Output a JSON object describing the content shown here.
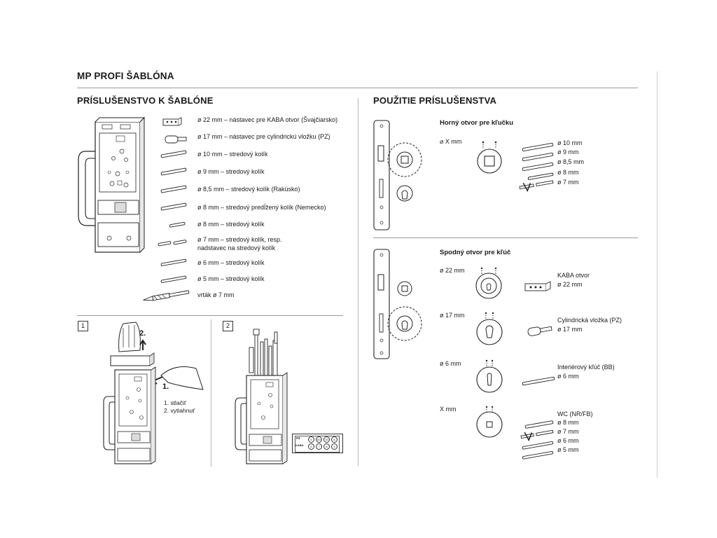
{
  "header": {
    "title": "MP PROFI ŠABLÓNA"
  },
  "left": {
    "title": "PRÍSLUŠENSTVO K ŠABLÓNE",
    "accessories": [
      "ø 22 mm – nástavec pre KABA otvor (Švajčiarsko)",
      "ø 17 mm – nástavec pre cylindrickú vložku (PZ)",
      "ø 10 mm – stredový kolík",
      "ø 9 mm – stredový kolík",
      "ø 8,5 mm – stredový kolík (Rakúsko)",
      "ø 8 mm – stredový predĺžený kolík (Nemecko)",
      "ø 8 mm – stredový kolík",
      "ø 7 mm – stredový kolík, resp.",
      "nadstavec na stredový kolík",
      "ø 6 mm – stredový kolík",
      "ø 5 mm – stredový kolík",
      "vrták ø 7 mm"
    ],
    "step1": {
      "number": "1",
      "arrow_up": "2.",
      "arrow_side": "1.",
      "caption1": "1. stlačiť",
      "caption2": "2. vytiahnuť"
    },
    "step2": {
      "number": "2",
      "box_top": [
        "PZ",
        "5",
        "8,5",
        "10",
        "8"
      ],
      "box_bottom": [
        "KABA",
        "6",
        "7",
        "8",
        "9"
      ]
    }
  },
  "right": {
    "title": "POUŽITIE PRÍSLUŠENSTVA",
    "handle_section": {
      "title": "Horný otvor pre kľučku",
      "dim_label": "⌀ X mm",
      "sizes": [
        "ø 10 mm",
        "ø 9 mm",
        "ø 8,5 mm",
        "ø 8 mm",
        "ø 7 mm"
      ]
    },
    "key_section": {
      "title": "Spodný otvor pre kľúč",
      "rows": [
        {
          "dim": "ø 22 mm",
          "name": "KABA otvor",
          "sizes": [
            "ø 22 mm"
          ]
        },
        {
          "dim": "ø 17 mm",
          "name": "Cylindrická vložka (PZ)",
          "sizes": [
            "ø 17 mm"
          ]
        },
        {
          "dim": "ø 6 mm",
          "name": "Interiérový kľúč (BB)",
          "sizes": [
            "ø 6 mm"
          ]
        },
        {
          "dim": "X mm",
          "name": "WC (NR/FB)",
          "sizes": [
            "ø 8 mm",
            "ø 7 mm",
            "ø 6 mm",
            "ø 5 mm"
          ]
        }
      ]
    }
  }
}
